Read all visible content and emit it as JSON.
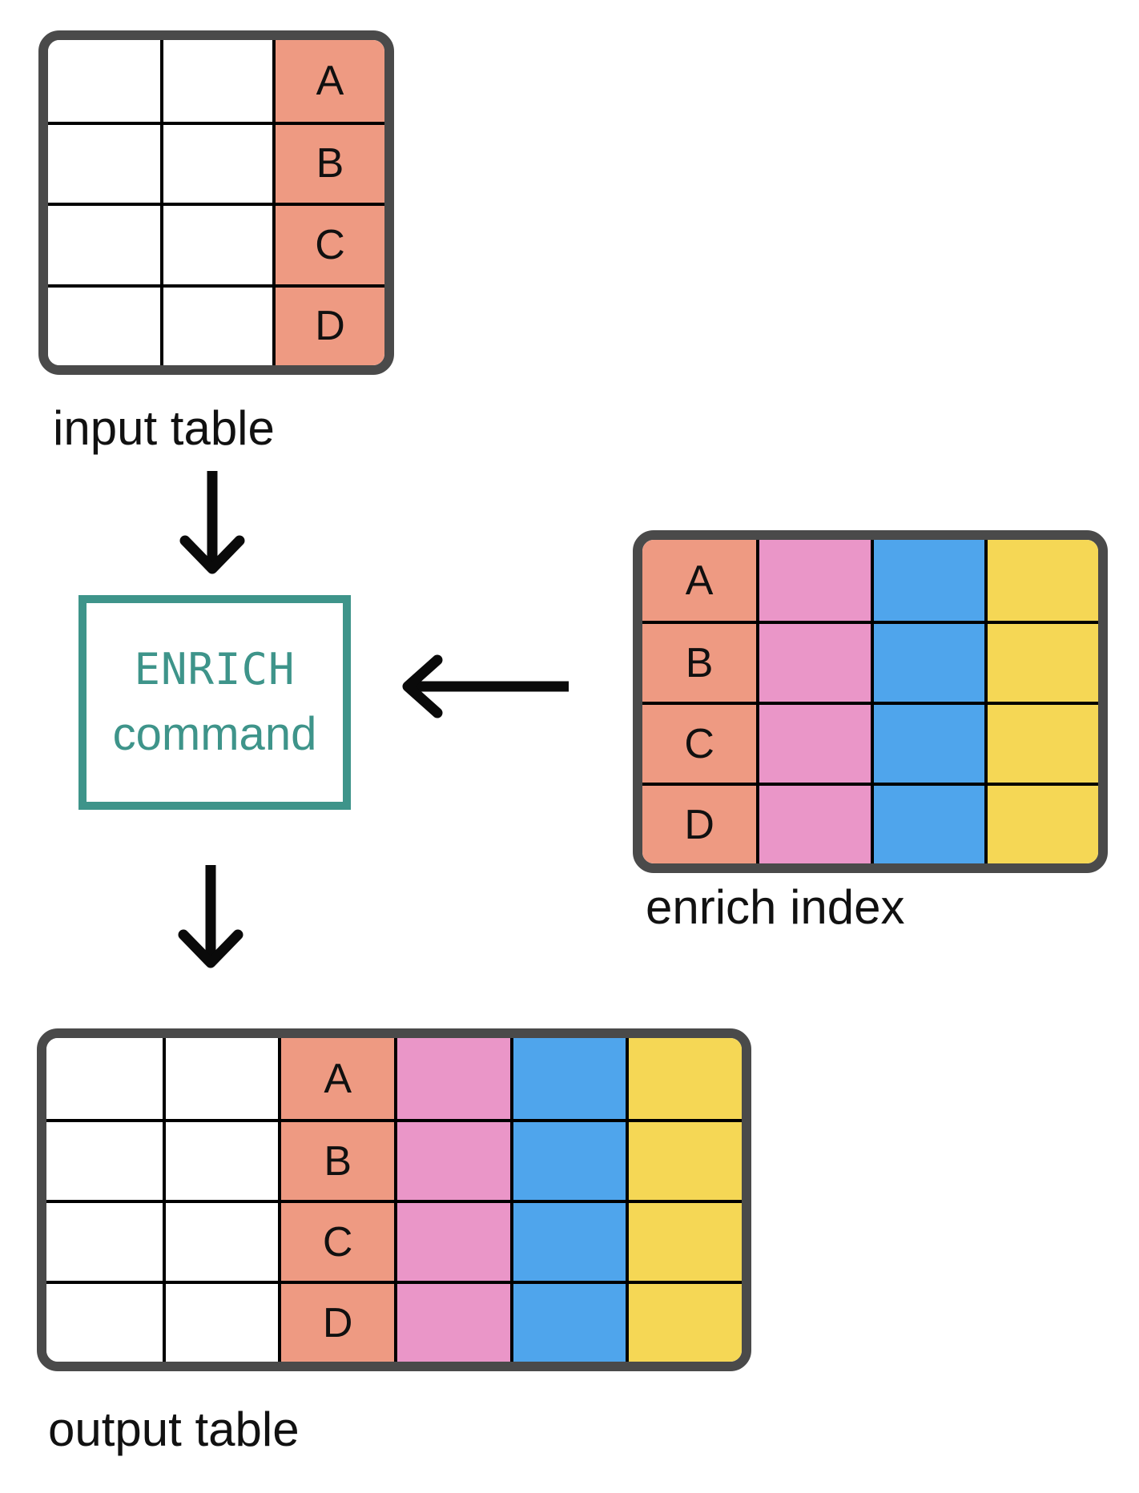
{
  "labels": {
    "input": "input table",
    "enrich_index": "enrich index",
    "output": "output table"
  },
  "enrich_box": {
    "line1": "ENRICH",
    "line2": "command"
  },
  "letters": [
    "A",
    "B",
    "C",
    "D"
  ],
  "colors": {
    "white": "#FFFFFF",
    "salmon": "#EE9A82",
    "pink": "#EA96C8",
    "blue": "#4FA5EC",
    "yellow": "#F5D755",
    "teal": "#3E948A",
    "frame": "#4A4A4A",
    "gridline": "#000000",
    "arrow": "#0A0A0A"
  },
  "tables": {
    "input": {
      "rows": 4,
      "columns": [
        "white",
        "white",
        "salmon"
      ],
      "letter_col": 2
    },
    "enrich_index": {
      "rows": 4,
      "columns": [
        "salmon",
        "pink",
        "blue",
        "yellow"
      ],
      "letter_col": 0
    },
    "output": {
      "rows": 4,
      "columns": [
        "white",
        "white",
        "salmon",
        "pink",
        "blue",
        "yellow"
      ],
      "letter_col": 2
    }
  }
}
